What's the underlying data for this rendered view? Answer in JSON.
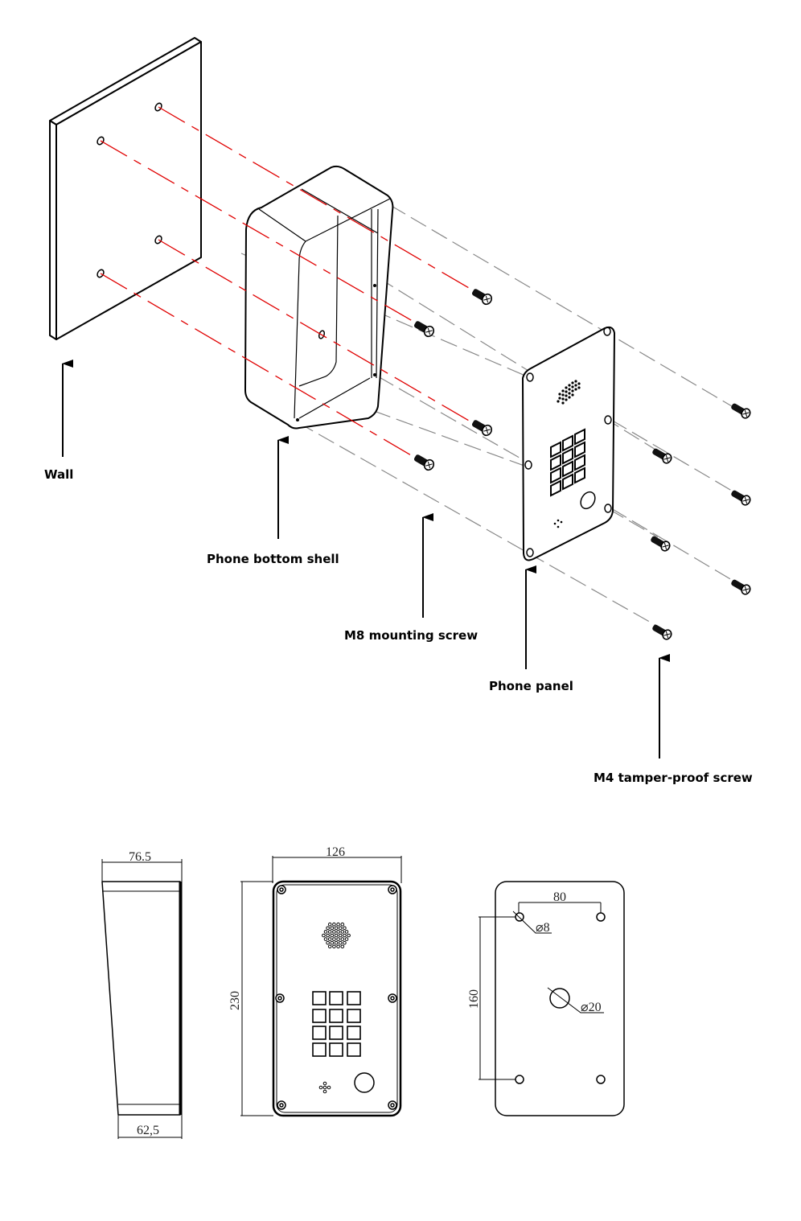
{
  "title": "Wall mounting exploded view of keypad phone",
  "exploded_view": {
    "labels": {
      "wall": "Wall",
      "bottom_shell": "Phone bottom shell",
      "m8_screw": "M8 mounting screw",
      "panel": "Phone panel",
      "m4_screw": "M4 tamper-proof screw"
    },
    "line_colors": {
      "mounting_axis": "#e00000",
      "panel_axis": "#888888"
    },
    "counts": {
      "wall_holes": 4,
      "m8_screws": 4,
      "m4_screws": 6,
      "keypad_keys": 12
    }
  },
  "dimensions": {
    "side_view": {
      "top_depth": "76.5",
      "bottom_depth": "62,5"
    },
    "front_view": {
      "width": "126",
      "height": "230"
    },
    "back_view": {
      "hole_spacing_horizontal": "80",
      "hole_spacing_vertical": "160",
      "mount_hole_diameter": "⌀8",
      "cable_hole_diameter": "⌀20"
    }
  }
}
